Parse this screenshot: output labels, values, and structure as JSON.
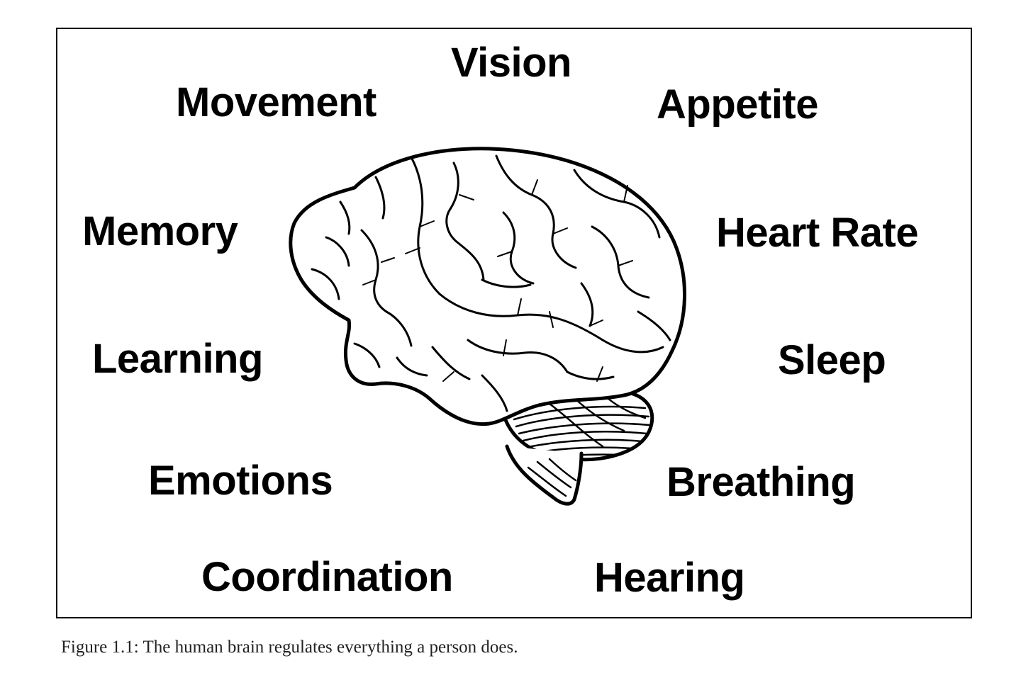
{
  "functions": {
    "vision": "Vision",
    "movement": "Movement",
    "appetite": "Appetite",
    "memory": "Memory",
    "heart_rate": "Heart Rate",
    "learning": "Learning",
    "sleep": "Sleep",
    "emotions": "Emotions",
    "breathing": "Breathing",
    "coordination": "Coordination",
    "hearing": "Hearing"
  },
  "caption": "Figure 1.1: The human brain regulates everything a person does.",
  "colors": {
    "ink": "#000000",
    "background": "#ffffff"
  },
  "icons": {
    "brain": "brain-icon"
  }
}
